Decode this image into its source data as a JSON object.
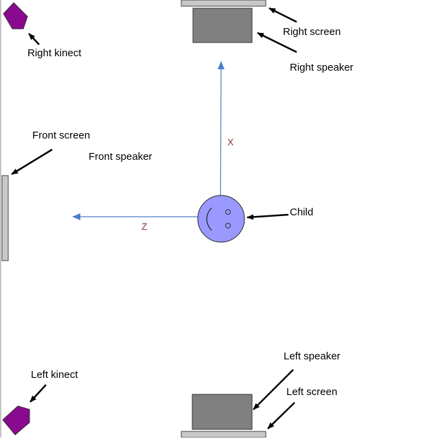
{
  "labels": {
    "right_kinect": "Right kinect",
    "right_screen": "Right screen",
    "right_speaker": "Right speaker",
    "front_screen": "Front screen",
    "front_speaker": "Front speaker",
    "child": "Child",
    "left_speaker": "Left speaker",
    "left_screen": "Left screen",
    "left_kinect": "Left kinect"
  },
  "axes": {
    "x_label": "X",
    "z_label": "Z"
  },
  "colors": {
    "kinect": "#8a0a8f",
    "speaker": "#808080",
    "screen": "#c8c8c8",
    "child_face": "#9999ff",
    "axis": "#4a7cc7",
    "axis_label": "#8b3a3a",
    "arrow": "#000000"
  }
}
